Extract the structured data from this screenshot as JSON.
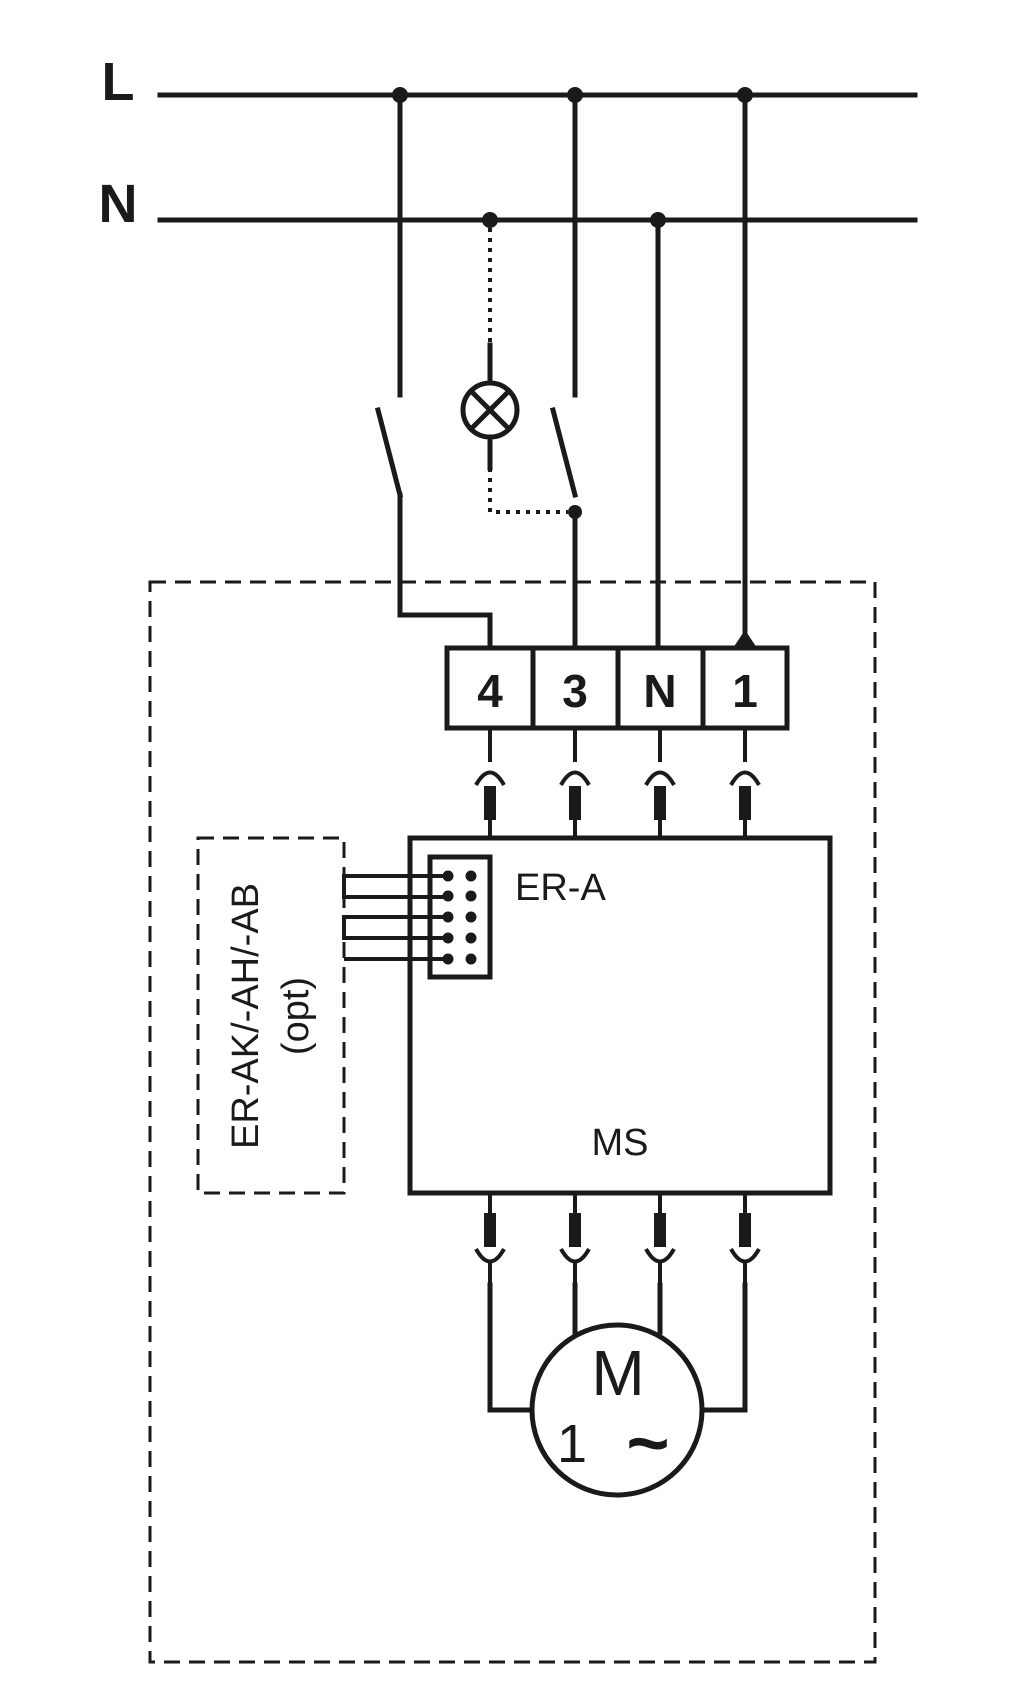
{
  "supply": {
    "line_label": "L",
    "neutral_label": "N"
  },
  "terminals": [
    "4",
    "3",
    "N",
    "1"
  ],
  "modules": {
    "main_board": "MS",
    "expansion_connector": "ER-A",
    "optional_module": "ER-AK/-AH/-AB",
    "optional_note": "(opt)"
  },
  "motor": {
    "symbol": "M",
    "phase": "1",
    "ac_symbol": "~"
  }
}
